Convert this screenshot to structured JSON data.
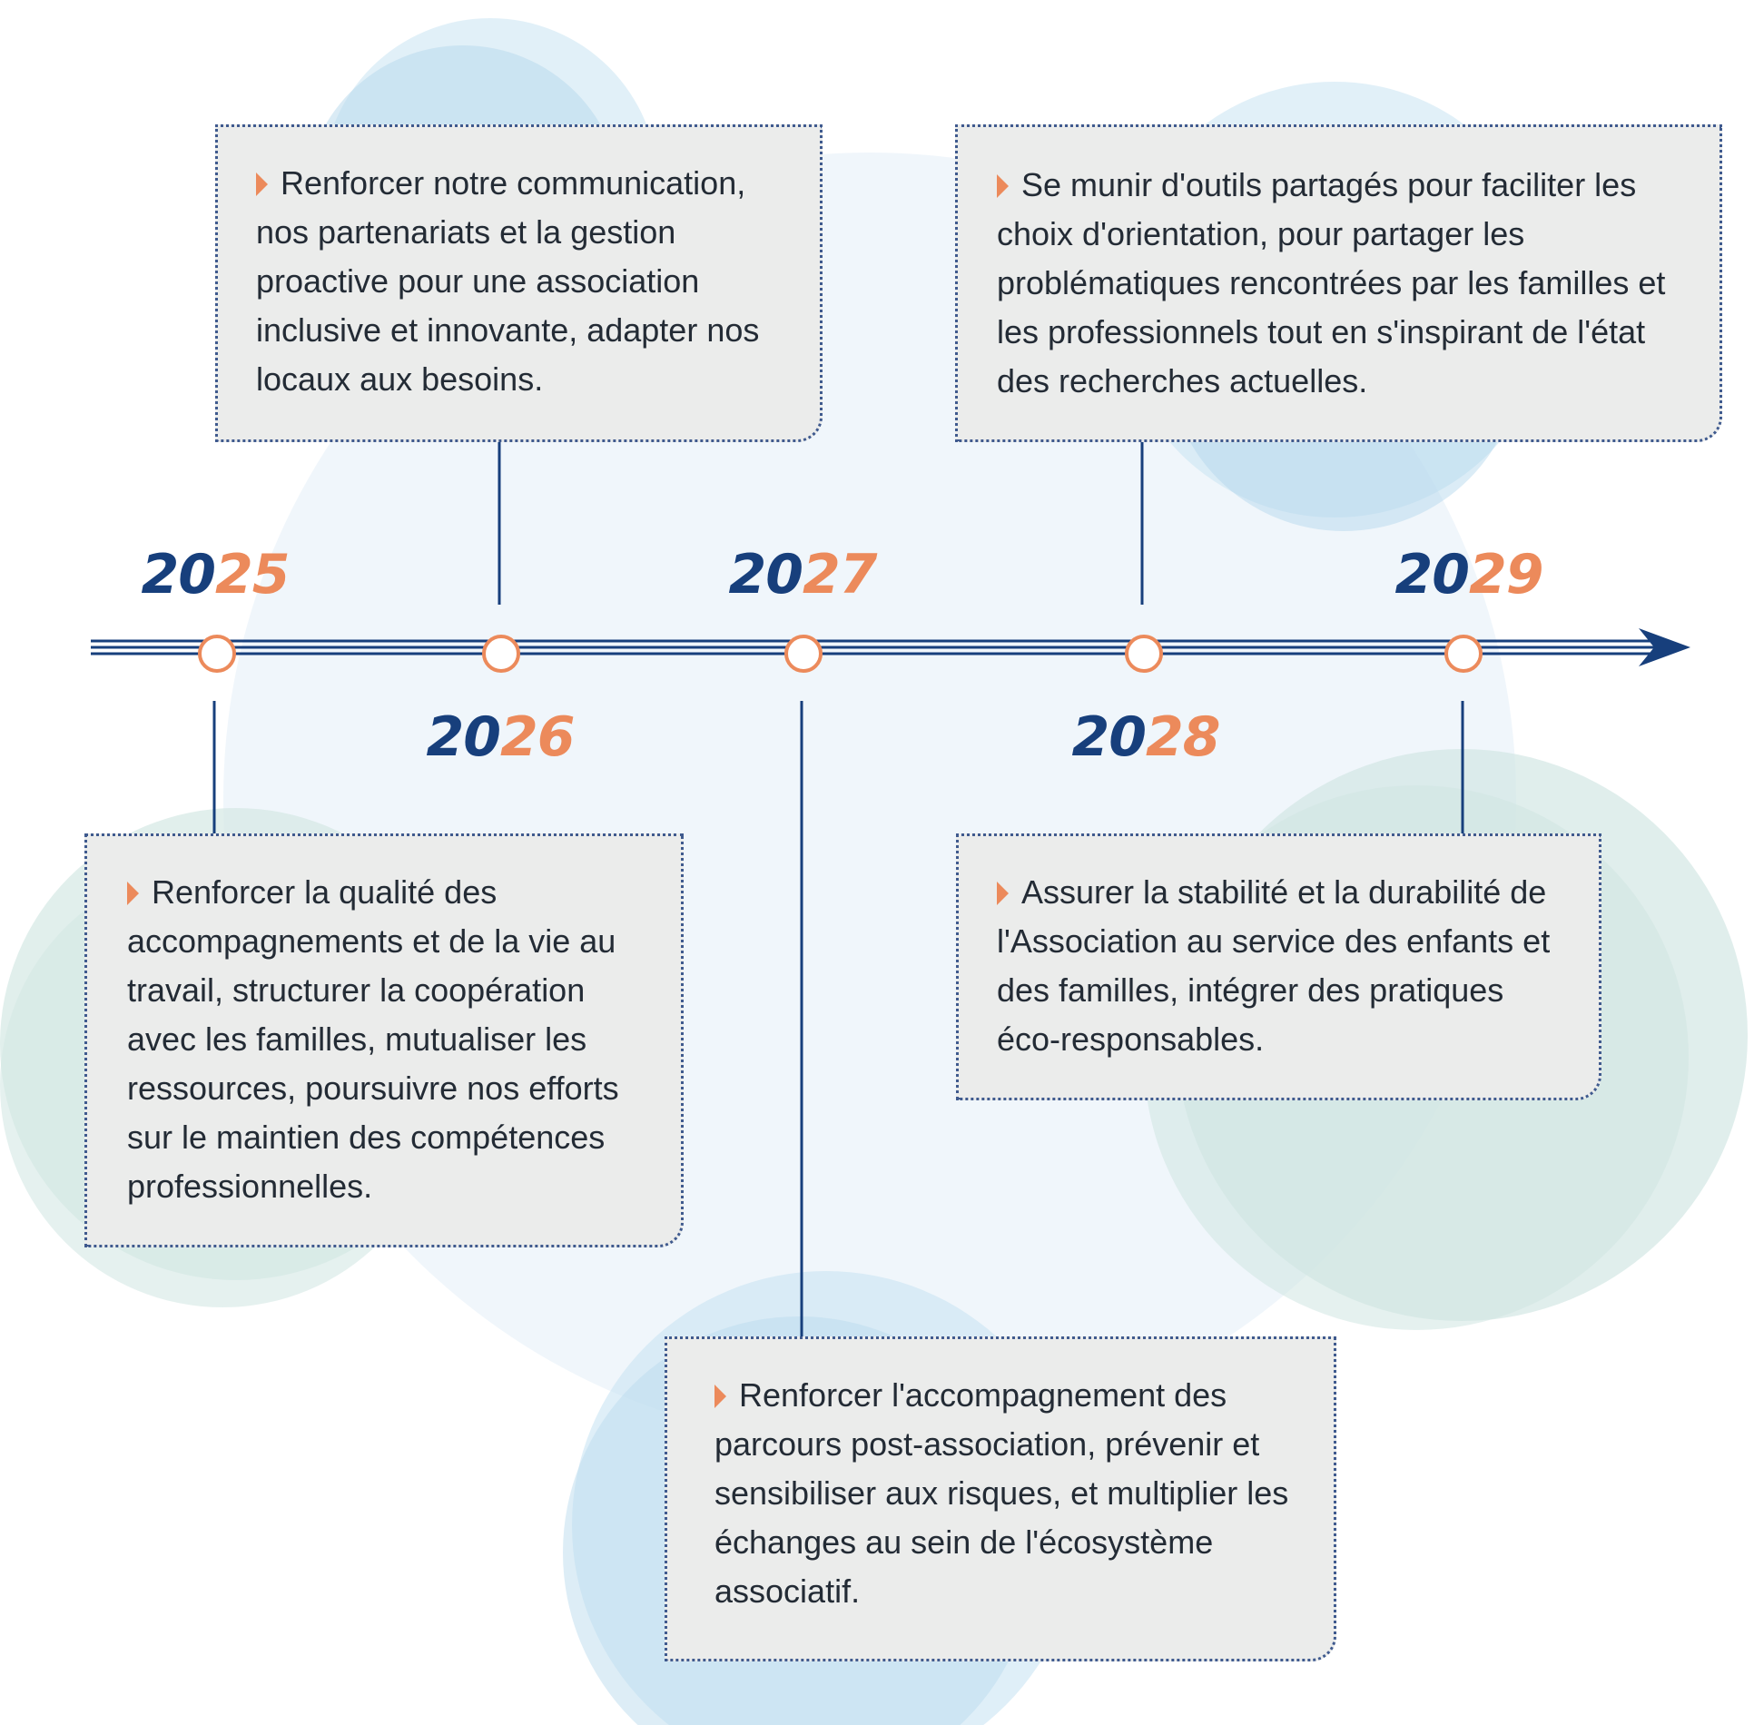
{
  "colors": {
    "navy": "#173f7c",
    "orange": "#ec8a5b",
    "card_bg": "#ebeceb",
    "text": "#232b35",
    "bubble_blue": "#c6e2f1",
    "bubble_green": "#d4e8e4"
  },
  "icons": {
    "bullet": "orange-triangle-bullet-icon",
    "arrow": "arrow-head-icon"
  },
  "timeline": {
    "years": [
      {
        "prefix": "20",
        "suffix": "25"
      },
      {
        "prefix": "20",
        "suffix": "26"
      },
      {
        "prefix": "20",
        "suffix": "27"
      },
      {
        "prefix": "20",
        "suffix": "28"
      },
      {
        "prefix": "20",
        "suffix": "29"
      }
    ],
    "goals": [
      {
        "year": "2025",
        "text": "Renforcer la qualité des accompagnements et de la vie au travail, structurer la coopération avec les familles, mutualiser les ressources, poursuivre nos efforts sur le maintien des compétences professionnelles."
      },
      {
        "year": "2026",
        "text": "Renforcer notre communication, nos partenariats et la gestion proactive pour une association inclusive et innovante, adapter nos locaux aux besoins."
      },
      {
        "year": "2027",
        "text": "Renforcer l'accompagnement des parcours post-association, prévenir et sensibiliser aux risques, et multiplier les échanges au sein de l'écosystème associatif."
      },
      {
        "year": "2028",
        "text": "Se munir d'outils partagés pour faciliter les choix d'orientation, pour partager les problématiques rencontrées par les familles et les professionnels tout en s'inspirant de l'état des recherches actuelles."
      },
      {
        "year": "2029",
        "text": "Assurer la stabilité et la durabilité de l'Association au service des enfants et des familles, intégrer des pratiques éco-responsables."
      }
    ]
  }
}
